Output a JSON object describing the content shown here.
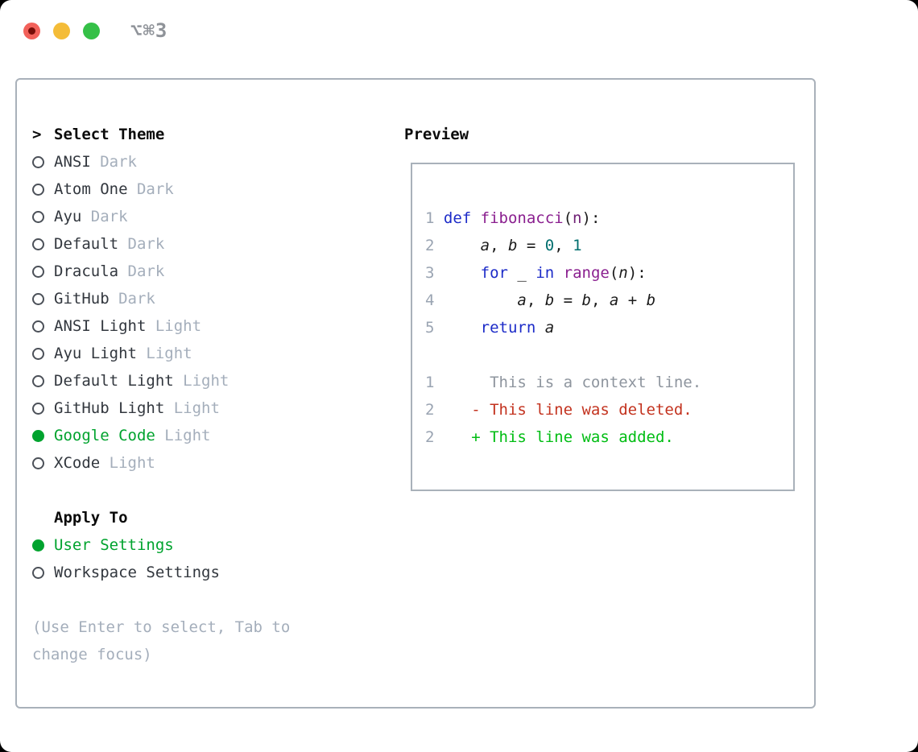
{
  "window": {
    "title": "⌥⌘3"
  },
  "theme_panel": {
    "prompt": ">",
    "title": "Select Theme",
    "items": [
      {
        "name": "ANSI",
        "variant": "Dark",
        "selected": false
      },
      {
        "name": "Atom One",
        "variant": "Dark",
        "selected": false
      },
      {
        "name": "Ayu",
        "variant": "Dark",
        "selected": false
      },
      {
        "name": "Default",
        "variant": "Dark",
        "selected": false
      },
      {
        "name": "Dracula",
        "variant": "Dark",
        "selected": false
      },
      {
        "name": "GitHub",
        "variant": "Dark",
        "selected": false
      },
      {
        "name": "ANSI Light",
        "variant": "Light",
        "selected": false
      },
      {
        "name": "Ayu Light",
        "variant": "Light",
        "selected": false
      },
      {
        "name": "Default Light",
        "variant": "Light",
        "selected": false
      },
      {
        "name": "GitHub Light",
        "variant": "Light",
        "selected": false
      },
      {
        "name": "Google Code",
        "variant": "Light",
        "selected": true
      },
      {
        "name": "XCode",
        "variant": "Light",
        "selected": false
      }
    ],
    "apply_to": {
      "label": "Apply To",
      "items": [
        {
          "name": "User Settings",
          "selected": true
        },
        {
          "name": "Workspace Settings",
          "selected": false
        }
      ]
    },
    "hint": "(Use Enter to select, Tab to change focus)"
  },
  "preview": {
    "title": "Preview",
    "lines": [
      {
        "num": "1",
        "tokens": [
          {
            "t": "def ",
            "c": "kw"
          },
          {
            "t": "fibonacci",
            "c": "fn"
          },
          {
            "t": "(",
            "c": "pl"
          },
          {
            "t": "n",
            "c": "param"
          },
          {
            "t": "):",
            "c": "pl"
          }
        ]
      },
      {
        "num": "2",
        "tokens": [
          {
            "t": "    ",
            "c": "pl"
          },
          {
            "t": "a",
            "c": "var"
          },
          {
            "t": ", ",
            "c": "pl"
          },
          {
            "t": "b",
            "c": "var"
          },
          {
            "t": " = ",
            "c": "pl"
          },
          {
            "t": "0",
            "c": "lit"
          },
          {
            "t": ", ",
            "c": "pl"
          },
          {
            "t": "1",
            "c": "lit"
          }
        ]
      },
      {
        "num": "3",
        "tokens": [
          {
            "t": "    ",
            "c": "pl"
          },
          {
            "t": "for ",
            "c": "kw"
          },
          {
            "t": "_",
            "c": "var"
          },
          {
            "t": " ",
            "c": "pl"
          },
          {
            "t": "in ",
            "c": "kw"
          },
          {
            "t": "range",
            "c": "fn"
          },
          {
            "t": "(",
            "c": "pl"
          },
          {
            "t": "n",
            "c": "var"
          },
          {
            "t": "):",
            "c": "pl"
          }
        ]
      },
      {
        "num": "4",
        "tokens": [
          {
            "t": "        ",
            "c": "pl"
          },
          {
            "t": "a",
            "c": "var"
          },
          {
            "t": ", ",
            "c": "pl"
          },
          {
            "t": "b",
            "c": "var"
          },
          {
            "t": " = ",
            "c": "pl"
          },
          {
            "t": "b",
            "c": "var"
          },
          {
            "t": ", ",
            "c": "pl"
          },
          {
            "t": "a",
            "c": "var"
          },
          {
            "t": " + ",
            "c": "pl"
          },
          {
            "t": "b",
            "c": "var"
          }
        ]
      },
      {
        "num": "5",
        "tokens": [
          {
            "t": "    ",
            "c": "pl"
          },
          {
            "t": "return ",
            "c": "kw"
          },
          {
            "t": "a",
            "c": "var"
          }
        ]
      },
      {
        "num": "",
        "tokens": []
      },
      {
        "num": "1",
        "tokens": [
          {
            "t": "     ",
            "c": "pl"
          },
          {
            "t": "This is a context line.",
            "c": "ctx"
          }
        ]
      },
      {
        "num": "2",
        "tokens": [
          {
            "t": "   ",
            "c": "pl"
          },
          {
            "t": "- This line was deleted.",
            "c": "del"
          }
        ]
      },
      {
        "num": "2",
        "tokens": [
          {
            "t": "   ",
            "c": "pl"
          },
          {
            "t": "+ This line was added.",
            "c": "add"
          }
        ]
      }
    ]
  },
  "colors": {
    "kw": "#1c2bc8",
    "fn": "#8a1f8f",
    "param": "#6e1f74",
    "lit": "#006e6e",
    "ctx": "#8e959e",
    "del": "#c3331f",
    "add": "#00bd13",
    "sel-green": "#00a32e",
    "muted": "#a4aebb",
    "lnum": "#9aa4b2",
    "text": "#32373e",
    "header": "#0a0a0a",
    "border": "#a9b1ba",
    "title-gray": "#8f9399",
    "tl-red": "#f2615a",
    "tl-red-dot": "#770d08",
    "tl-yellow": "#f4bc38",
    "tl-green": "#35c047"
  }
}
